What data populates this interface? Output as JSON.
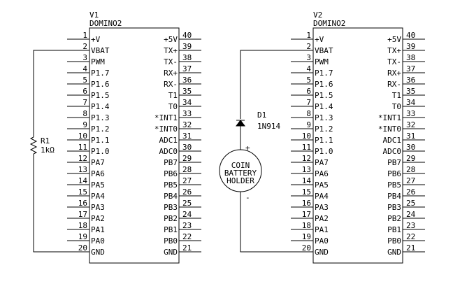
{
  "chips": [
    {
      "ref": "V1",
      "part": "DOMINO2",
      "pins_left": [
        {
          "num": "1",
          "label": "+V"
        },
        {
          "num": "2",
          "label": "VBAT"
        },
        {
          "num": "3",
          "label": "PWM"
        },
        {
          "num": "4",
          "label": "P1.7"
        },
        {
          "num": "5",
          "label": "P1.6"
        },
        {
          "num": "6",
          "label": "P1.5"
        },
        {
          "num": "7",
          "label": "P1.4"
        },
        {
          "num": "8",
          "label": "P1.3"
        },
        {
          "num": "9",
          "label": "P1.2"
        },
        {
          "num": "10",
          "label": "P1.1"
        },
        {
          "num": "11",
          "label": "P1.0"
        },
        {
          "num": "12",
          "label": "PA7"
        },
        {
          "num": "13",
          "label": "PA6"
        },
        {
          "num": "14",
          "label": "PA5"
        },
        {
          "num": "15",
          "label": "PA4"
        },
        {
          "num": "16",
          "label": "PA3"
        },
        {
          "num": "17",
          "label": "PA2"
        },
        {
          "num": "18",
          "label": "PA1"
        },
        {
          "num": "19",
          "label": "PA0"
        },
        {
          "num": "20",
          "label": "GND"
        }
      ],
      "pins_right": [
        {
          "num": "40",
          "label": "+5V"
        },
        {
          "num": "39",
          "label": "TX+"
        },
        {
          "num": "38",
          "label": "TX-"
        },
        {
          "num": "37",
          "label": "RX+"
        },
        {
          "num": "36",
          "label": "RX-"
        },
        {
          "num": "35",
          "label": "T1"
        },
        {
          "num": "34",
          "label": "T0"
        },
        {
          "num": "33",
          "label": "*INT1"
        },
        {
          "num": "32",
          "label": "*INT0"
        },
        {
          "num": "31",
          "label": "ADC1"
        },
        {
          "num": "30",
          "label": "ADC0"
        },
        {
          "num": "29",
          "label": "PB7"
        },
        {
          "num": "28",
          "label": "PB6"
        },
        {
          "num": "27",
          "label": "PB5"
        },
        {
          "num": "26",
          "label": "PB4"
        },
        {
          "num": "25",
          "label": "PB3"
        },
        {
          "num": "24",
          "label": "PB2"
        },
        {
          "num": "23",
          "label": "PB1"
        },
        {
          "num": "22",
          "label": "PB0"
        },
        {
          "num": "21",
          "label": "GND"
        }
      ]
    },
    {
      "ref": "V2",
      "part": "DOMINO2",
      "pins_left": [
        {
          "num": "1",
          "label": "+V"
        },
        {
          "num": "2",
          "label": "VBAT"
        },
        {
          "num": "3",
          "label": "PWM"
        },
        {
          "num": "4",
          "label": "P1.7"
        },
        {
          "num": "5",
          "label": "P1.6"
        },
        {
          "num": "6",
          "label": "P1.5"
        },
        {
          "num": "7",
          "label": "P1.4"
        },
        {
          "num": "8",
          "label": "P1.3"
        },
        {
          "num": "9",
          "label": "P1.2"
        },
        {
          "num": "10",
          "label": "P1.1"
        },
        {
          "num": "11",
          "label": "P1.0"
        },
        {
          "num": "12",
          "label": "PA7"
        },
        {
          "num": "13",
          "label": "PA6"
        },
        {
          "num": "14",
          "label": "PA5"
        },
        {
          "num": "15",
          "label": "PA4"
        },
        {
          "num": "16",
          "label": "PA3"
        },
        {
          "num": "17",
          "label": "PA2"
        },
        {
          "num": "18",
          "label": "PA1"
        },
        {
          "num": "19",
          "label": "PA0"
        },
        {
          "num": "20",
          "label": "GND"
        }
      ],
      "pins_right": [
        {
          "num": "40",
          "label": "+5V"
        },
        {
          "num": "39",
          "label": "TX+"
        },
        {
          "num": "38",
          "label": "TX-"
        },
        {
          "num": "37",
          "label": "RX+"
        },
        {
          "num": "36",
          "label": "RX-"
        },
        {
          "num": "35",
          "label": "T1"
        },
        {
          "num": "34",
          "label": "T0"
        },
        {
          "num": "33",
          "label": "*INT1"
        },
        {
          "num": "32",
          "label": "*INT0"
        },
        {
          "num": "31",
          "label": "ADC1"
        },
        {
          "num": "30",
          "label": "ADC0"
        },
        {
          "num": "29",
          "label": "PB7"
        },
        {
          "num": "28",
          "label": "PB6"
        },
        {
          "num": "27",
          "label": "PB5"
        },
        {
          "num": "26",
          "label": "PB4"
        },
        {
          "num": "25",
          "label": "PB3"
        },
        {
          "num": "24",
          "label": "PB2"
        },
        {
          "num": "23",
          "label": "PB1"
        },
        {
          "num": "22",
          "label": "PB0"
        },
        {
          "num": "21",
          "label": "GND"
        }
      ]
    }
  ],
  "resistor": {
    "ref": "R1",
    "value": "1kΩ"
  },
  "diode": {
    "ref": "D1",
    "part": "1N914"
  },
  "battery": {
    "lines": [
      "COIN",
      "BATTERY",
      "HOLDER"
    ],
    "plus": "+",
    "minus": "-"
  }
}
